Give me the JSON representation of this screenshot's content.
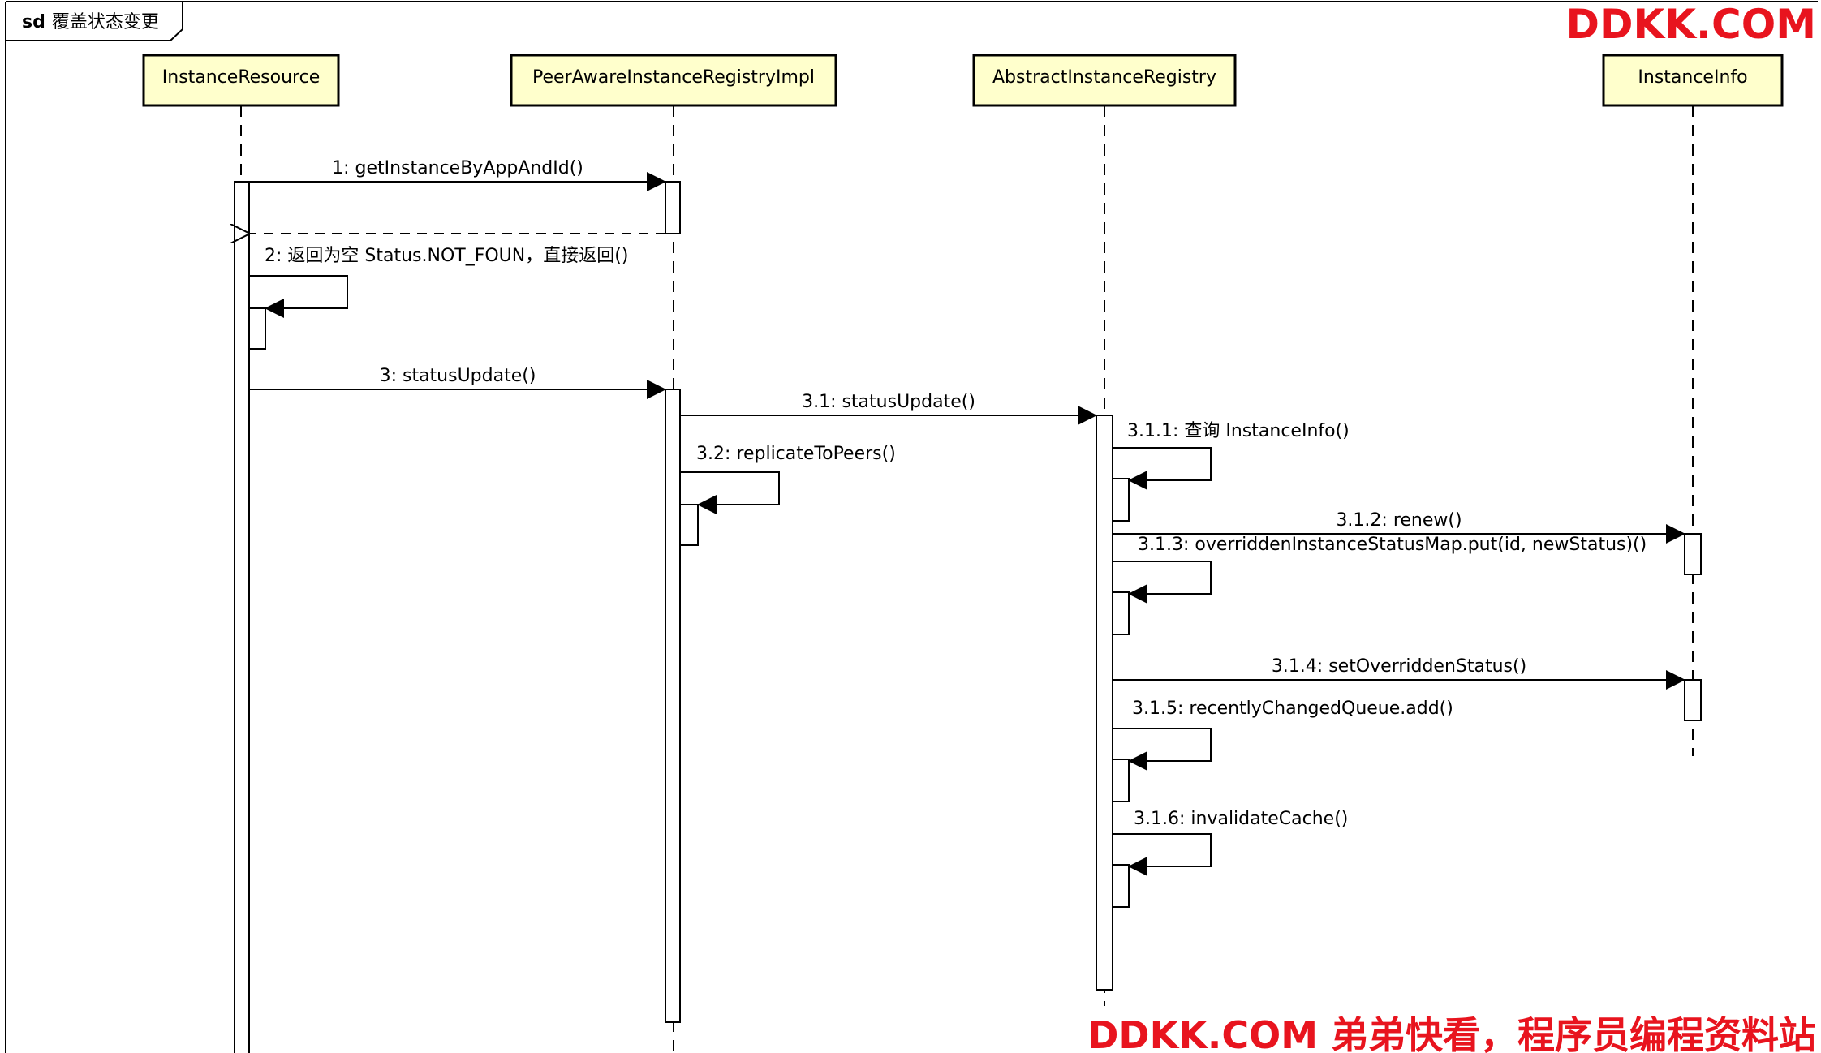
{
  "frame": {
    "keyword": "sd",
    "title": "覆盖状态变更"
  },
  "participants": [
    {
      "id": "p1",
      "name": "InstanceResource"
    },
    {
      "id": "p2",
      "name": "PeerAwareInstanceRegistryImpl"
    },
    {
      "id": "p3",
      "name": "AbstractInstanceRegistry"
    },
    {
      "id": "p4",
      "name": "InstanceInfo"
    }
  ],
  "messages": [
    {
      "label": "1: getInstanceByAppAndId()",
      "kind": "sync"
    },
    {
      "label": "2: 返回为空 Status.NOT_FOUN，直接返回()",
      "kind": "return"
    },
    {
      "label": "3: statusUpdate()",
      "kind": "sync"
    },
    {
      "label": "3.1: statusUpdate()",
      "kind": "sync"
    },
    {
      "label": "3.2: replicateToPeers()",
      "kind": "self"
    },
    {
      "label": "3.1.1: 查询 InstanceInfo()",
      "kind": "self"
    },
    {
      "label": "3.1.2: renew()",
      "kind": "sync"
    },
    {
      "label": "3.1.3: overriddenInstanceStatusMap.put(id, newStatus)()",
      "kind": "self"
    },
    {
      "label": "3.1.4: setOverriddenStatus()",
      "kind": "sync"
    },
    {
      "label": "3.1.5: recentlyChangedQueue.add()",
      "kind": "self"
    },
    {
      "label": "3.1.6: invalidateCache()",
      "kind": "self"
    }
  ],
  "watermarks": {
    "top": "DDKK.COM",
    "bottom": "DDKK.COM 弟弟快看，程序员编程资料站"
  },
  "colors": {
    "participant_fill": "#ffffcc",
    "watermark": "#e8141e",
    "line": "#000000"
  }
}
